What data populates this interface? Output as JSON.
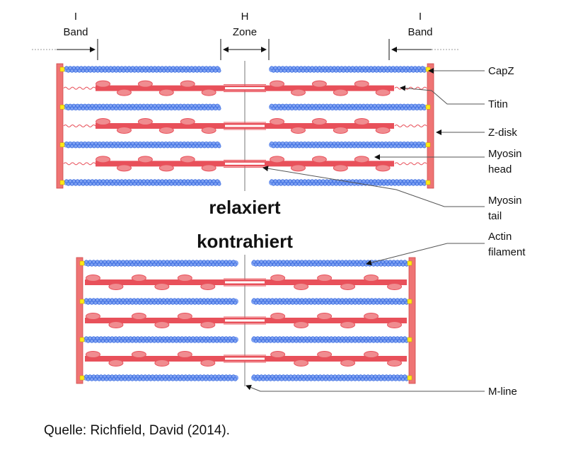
{
  "top_labels": {
    "i_band_left": [
      "I",
      "Band"
    ],
    "h_zone": [
      "H",
      "Zone"
    ],
    "i_band_right": [
      "I",
      "Band"
    ]
  },
  "states": {
    "relaxed": "relaxiert",
    "contracted": "kontrahiert"
  },
  "right_labels": {
    "capz": "CapZ",
    "titin": "Titin",
    "zdisk": "Z-disk",
    "myosin_head": [
      "Myosin",
      "head"
    ],
    "myosin_tail": [
      "Myosin",
      "tail"
    ],
    "actin": [
      "Actin",
      "filament"
    ],
    "mline": "M-line"
  },
  "caption": "Quelle: Richfield, David (2014).",
  "colors": {
    "actin": "#3f6fe0",
    "actin_fill": "#7fa2f2",
    "myosin": "#e8505a",
    "myosin_light": "#f08c90",
    "zdisk": "#ef7474",
    "capz": "#ffe818",
    "line": "#555555"
  }
}
